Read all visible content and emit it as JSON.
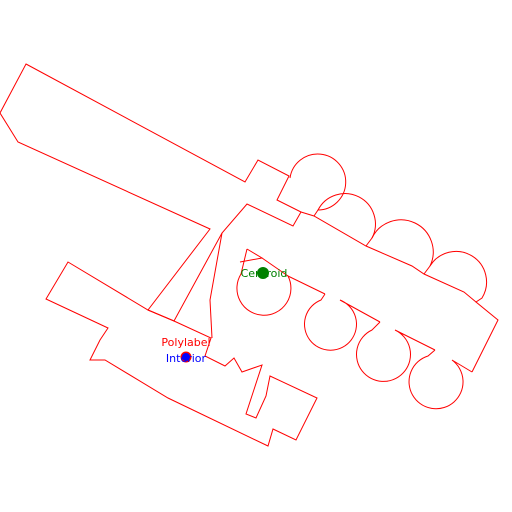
{
  "colors": {
    "outline": "#ff0000",
    "polylabel": "#ff0000",
    "interior": "#0000ff",
    "centroid": "#008000"
  },
  "labels": {
    "polylabel": "Polylabel",
    "interior": "Interior",
    "centroid": "Centroid"
  }
}
